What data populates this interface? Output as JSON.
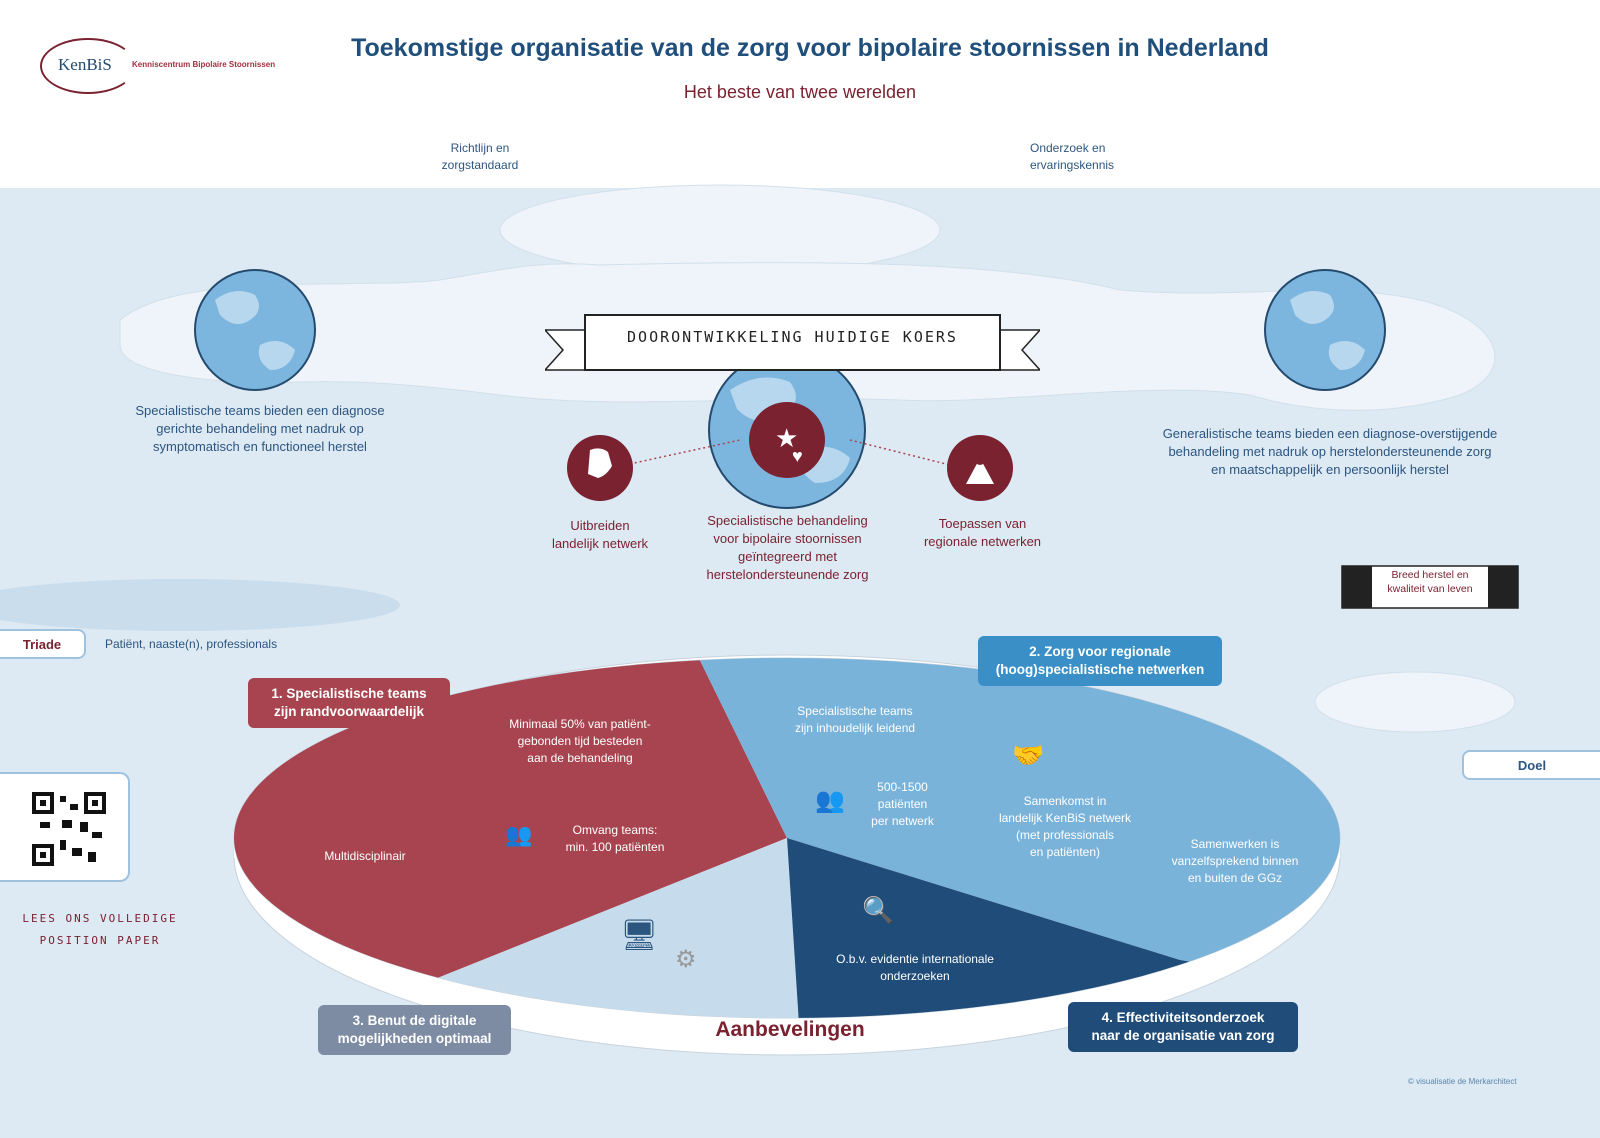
{
  "header": {
    "title": "Toekomstige organisatie van de zorg voor bipolaire stoornissen in Nederland",
    "subtitle": "Het beste van twee werelden",
    "logo_name": "KenBiS",
    "logo_tagline": "Kenniscentrum Bipolaire Stoornissen"
  },
  "top_labels": {
    "guideline": "Richtlijn en\nzorgstandaard",
    "research": "Onderzoek en\nervaringskennis"
  },
  "banner": "DOORONTWIKKELING HUIDIGE KOERS",
  "worlds": {
    "left": "Specialistische teams bieden een diagnose\ngerichte behandeling met nadruk op\nsymptomatisch en functioneel herstel",
    "right": "Generalistische teams bieden een diagnose-overstijgende\nbehandeling met nadruk op herstelondersteunende zorg\nen maatschappelijk en persoonlijk herstel"
  },
  "center": {
    "main": "Specialistische behandeling\nvoor bipolaire stoornissen\ngeïntegreerd met\nherstelondersteunende zorg",
    "left": "Uitbreiden\nlandelijk netwerk",
    "right": "Toepassen van\nregionale netwerken"
  },
  "triade": {
    "label": "Triade",
    "text": "Patiënt, naaste(n), professionals"
  },
  "goal": {
    "label": "Doel",
    "flag": "Breed herstel en\nkwaliteit van leven"
  },
  "qr": {
    "caption": "LEES ONS VOLLEDIGE\nPOSITION PAPER"
  },
  "pie": {
    "title": "Aanbevelingen",
    "segments": [
      {
        "label": "1. Specialistische teams\nzijn randvoorwaardelijk",
        "color": "#a8444f"
      },
      {
        "label": "2. Zorg voor regionale\n(hoog)specialistische netwerken",
        "color": "#3a90c6"
      },
      {
        "label": "3. Benut de digitale\nmogelijkheden optimaal",
        "color": "#7d8ba3"
      },
      {
        "label": "4. Effectiviteitsonderzoek\nnaar de organisatie van zorg",
        "color": "#1f4c78"
      }
    ],
    "items": {
      "tijd": "Minimaal 50% van patiënt-\ngebonden tijd besteden\naan de behandeling",
      "multi": "Multidisciplinair",
      "omvang": "Omvang teams:\nmin. 100 patiënten",
      "leidend": "Specialistische teams\nzijn inhoudelijk leidend",
      "patienten": "500-1500\npatiënten\nper netwerk",
      "samenkomst": "Samenkomst in\nlandelijk KenBiS netwerk\n(met professionals\nen patiënten)",
      "samenwerken": "Samenwerken is\nvanzelfsprekend binnen\nen buiten de GGz",
      "evidentie": "O.b.v. evidentie internationale\nonderzoeken"
    }
  },
  "credit": "© visualisatie de Merkarchitect",
  "colors": {
    "dark_red": "#7a2230",
    "light_blue": "#cfe2f0",
    "mid_blue": "#3a90c6",
    "navy": "#1f4c78"
  }
}
